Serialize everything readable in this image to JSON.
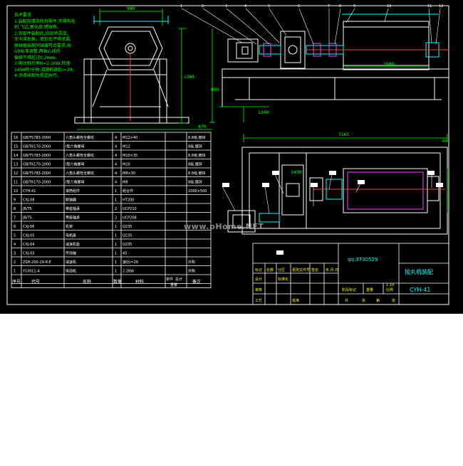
{
  "drawing": {
    "notes": [
      "技术要求",
      "1.装配前清洗所有零件,不得有毛",
      "刺,飞边,氧化皮,锈蚀等。",
      "2.各部件装配后,应运转灵活,",
      "无卡滞现象。密封处不得渗漏,",
      "联轴器装配同轴度符合要求,按",
      "GB标准调整,两轴心线的",
      "偏差不得超过0.2mm。",
      "3.电动机功率N=2.2KW,转速",
      "1450转/分钟,减速机速比i=29。",
      "4.涂漆按相关规定执行。"
    ],
    "callouts": [
      "1",
      "2",
      "3",
      "4",
      "5",
      "6",
      "7",
      "8",
      "9",
      "10",
      "11",
      "12"
    ],
    "dims": {
      "top_width": "980",
      "overall_height": "1365",
      "side_height": "890",
      "base_width": "870",
      "right_length": "1430",
      "drum_length": "1000",
      "main_length": "3165",
      "side_small": "30",
      "side_mid": "1240"
    },
    "bom_rows": [
      {
        "no": "16",
        "code": "GB/T5783-2000",
        "name": "六角头螺栓全螺纹",
        "qty": "4",
        "mat": "M12×40",
        "note": "8.8级,镀锌"
      },
      {
        "no": "15",
        "code": "GB/T6170-2000",
        "name": "I型六角螺母",
        "qty": "4",
        "mat": "M12",
        "note": "8级,镀锌"
      },
      {
        "no": "14",
        "code": "GB/T5783-2000",
        "name": "六角头螺栓全螺纹",
        "qty": "4",
        "mat": "M10×35",
        "note": "8.8级,镀锌"
      },
      {
        "no": "13",
        "code": "GB/T6170-2000",
        "name": "I型六角螺母",
        "qty": "4",
        "mat": "M10",
        "note": "8级,镀锌"
      },
      {
        "no": "12",
        "code": "GB/T5783-2000",
        "name": "六角头螺栓全螺纹",
        "qty": "4",
        "mat": "M8×30",
        "note": "8.8级,镀锌"
      },
      {
        "no": "11",
        "code": "GB/T6170-2000",
        "name": "I型六角螺母",
        "qty": "4",
        "mat": "M8",
        "note": "8级,镀锌"
      },
      {
        "no": "10",
        "code": "CYH-41",
        "name": "滚筒组件",
        "qty": "1",
        "mat": "组合件",
        "note": "1000×500"
      },
      {
        "no": "9",
        "code": "CXJ-08",
        "name": "联轴器",
        "qty": "1",
        "mat": "HT200",
        "note": ""
      },
      {
        "no": "8",
        "code": "JB/T5",
        "name": "带座轴承",
        "qty": "2",
        "mat": "UCP210",
        "note": ""
      },
      {
        "no": "7",
        "code": "JB/T5",
        "name": "带座轴承",
        "qty": "2",
        "mat": "UCP208",
        "note": ""
      },
      {
        "no": "6",
        "code": "CXJ-06",
        "name": "机架",
        "qty": "1",
        "mat": "Q235",
        "note": ""
      },
      {
        "no": "5",
        "code": "CXJ-05",
        "name": "电机座",
        "qty": "1",
        "mat": "Q235",
        "note": ""
      },
      {
        "no": "4",
        "code": "CXJ-04",
        "name": "减速机座",
        "qty": "1",
        "mat": "Q235",
        "note": ""
      },
      {
        "no": "3",
        "code": "CXJ-03",
        "name": "传动轴",
        "qty": "1",
        "mat": "45",
        "note": ""
      },
      {
        "no": "2",
        "code": "ZSH-200-29-R-E",
        "name": "减速机",
        "qty": "1",
        "mat": "速比i=29",
        "note": "外购"
      },
      {
        "no": "1",
        "code": "Y100L1-4",
        "name": "电动机",
        "qty": "1",
        "mat": "2.2KW",
        "note": "外购"
      }
    ],
    "bom_header": {
      "no": "序号",
      "code": "代号",
      "name": "名称",
      "qty": "数量",
      "mat": "材料",
      "single": "单件",
      "total": "总计",
      "weight": "重量",
      "note": "备注"
    },
    "title_block": {
      "qq": "qq:3730529",
      "drawing_name": "抛丸机装配",
      "drawing_code": "CYH-41",
      "rows": [
        "标记",
        "处数",
        "分区",
        "更改文件号",
        "签名",
        "年,月,日"
      ],
      "design": "设计",
      "standard": "标准化",
      "check": "审核",
      "process": "工艺",
      "approve": "批准",
      "stage": "阶段标记",
      "weight": "重量",
      "scale": "比例",
      "scale_value": "1:10",
      "sheet": [
        "共",
        "张",
        "第",
        "张"
      ]
    },
    "watermark": "www.pHome.NET"
  }
}
